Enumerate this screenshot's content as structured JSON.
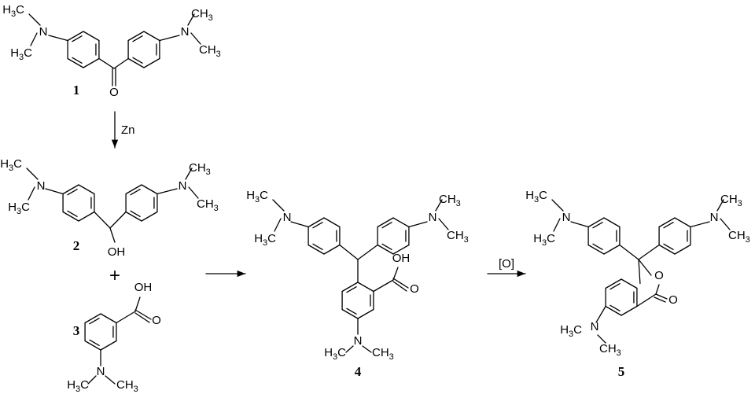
{
  "compounds": [
    {
      "number": "1"
    },
    {
      "number": "2"
    },
    {
      "number": "3"
    },
    {
      "number": "4"
    },
    {
      "number": "5"
    }
  ],
  "reagents": {
    "step1": "Zn",
    "step3": "[O]"
  },
  "plus_sign": "+",
  "atoms": {
    "N": "N",
    "O": "O",
    "OH": "OH",
    "H3C_H": "H",
    "H3C_C": "C",
    "CH3_C": "CH",
    "sub3": "3"
  }
}
